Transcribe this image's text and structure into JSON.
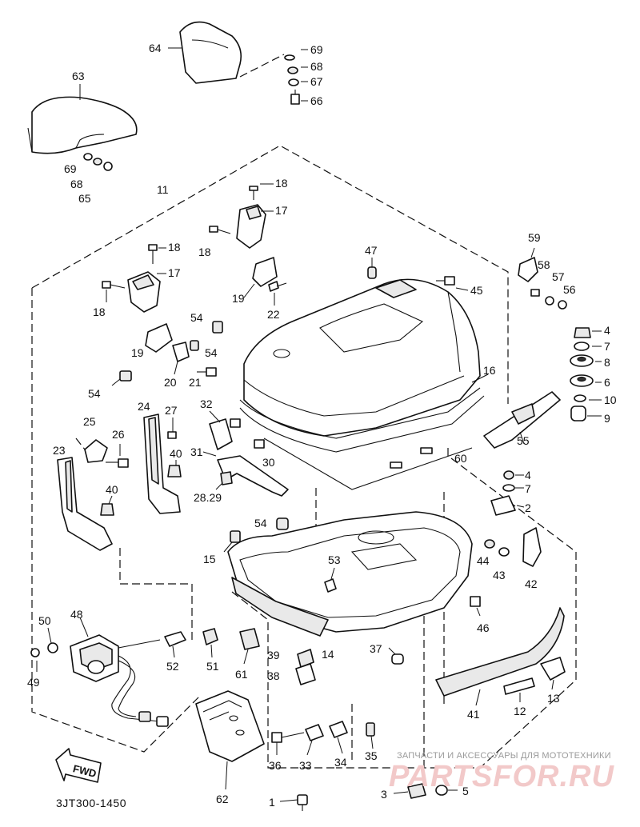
{
  "diagram": {
    "drawing_code": "3JT300-1450",
    "fwd_label": "FWD",
    "watermark_caption": "ЗАПЧАСТИ И АКСЕССУАРЫ ДЛЯ МОТОТЕХНИКИ",
    "watermark_brand": "PARTSFOR.RU",
    "callouts": [
      {
        "id": "64",
        "label": "64"
      },
      {
        "id": "69a",
        "label": "69"
      },
      {
        "id": "68a",
        "label": "68"
      },
      {
        "id": "67",
        "label": "67"
      },
      {
        "id": "66",
        "label": "66"
      },
      {
        "id": "63",
        "label": "63"
      },
      {
        "id": "69b",
        "label": "69"
      },
      {
        "id": "68b",
        "label": "68"
      },
      {
        "id": "65",
        "label": "65"
      },
      {
        "id": "11",
        "label": "11"
      },
      {
        "id": "18a",
        "label": "18"
      },
      {
        "id": "17a",
        "label": "17"
      },
      {
        "id": "18b",
        "label": "18"
      },
      {
        "id": "18c",
        "label": "18"
      },
      {
        "id": "17b",
        "label": "17"
      },
      {
        "id": "47",
        "label": "47"
      },
      {
        "id": "59",
        "label": "59"
      },
      {
        "id": "18d",
        "label": "18"
      },
      {
        "id": "19a",
        "label": "19"
      },
      {
        "id": "22",
        "label": "22"
      },
      {
        "id": "45",
        "label": "45"
      },
      {
        "id": "58",
        "label": "58"
      },
      {
        "id": "57",
        "label": "57"
      },
      {
        "id": "56",
        "label": "56"
      },
      {
        "id": "54a",
        "label": "54"
      },
      {
        "id": "4a",
        "label": "4"
      },
      {
        "id": "7a",
        "label": "7"
      },
      {
        "id": "19b",
        "label": "19"
      },
      {
        "id": "54b",
        "label": "54"
      },
      {
        "id": "8",
        "label": "8"
      },
      {
        "id": "20",
        "label": "20"
      },
      {
        "id": "21",
        "label": "21"
      },
      {
        "id": "6",
        "label": "6"
      },
      {
        "id": "16",
        "label": "16"
      },
      {
        "id": "54c",
        "label": "54"
      },
      {
        "id": "10",
        "label": "10"
      },
      {
        "id": "32",
        "label": "32"
      },
      {
        "id": "9",
        "label": "9"
      },
      {
        "id": "25",
        "label": "25"
      },
      {
        "id": "24",
        "label": "24"
      },
      {
        "id": "27",
        "label": "27"
      },
      {
        "id": "26",
        "label": "26"
      },
      {
        "id": "55",
        "label": "55"
      },
      {
        "id": "23",
        "label": "23"
      },
      {
        "id": "31",
        "label": "31"
      },
      {
        "id": "30",
        "label": "30"
      },
      {
        "id": "60",
        "label": "60"
      },
      {
        "id": "40a",
        "label": "40"
      },
      {
        "id": "4b",
        "label": "4"
      },
      {
        "id": "7b",
        "label": "7"
      },
      {
        "id": "40b",
        "label": "40"
      },
      {
        "id": "28_29",
        "label": "28.29"
      },
      {
        "id": "2",
        "label": "2"
      },
      {
        "id": "54d",
        "label": "54"
      },
      {
        "id": "15",
        "label": "15"
      },
      {
        "id": "44",
        "label": "44"
      },
      {
        "id": "43",
        "label": "43"
      },
      {
        "id": "42",
        "label": "42"
      },
      {
        "id": "53",
        "label": "53"
      },
      {
        "id": "50",
        "label": "50"
      },
      {
        "id": "48",
        "label": "48"
      },
      {
        "id": "46",
        "label": "46"
      },
      {
        "id": "37",
        "label": "37"
      },
      {
        "id": "49",
        "label": "49"
      },
      {
        "id": "52",
        "label": "52"
      },
      {
        "id": "51",
        "label": "51"
      },
      {
        "id": "61",
        "label": "61"
      },
      {
        "id": "39",
        "label": "39"
      },
      {
        "id": "14",
        "label": "14"
      },
      {
        "id": "38",
        "label": "38"
      },
      {
        "id": "13",
        "label": "13"
      },
      {
        "id": "12",
        "label": "12"
      },
      {
        "id": "41",
        "label": "41"
      },
      {
        "id": "36",
        "label": "36"
      },
      {
        "id": "33",
        "label": "33"
      },
      {
        "id": "34",
        "label": "34"
      },
      {
        "id": "35",
        "label": "35"
      },
      {
        "id": "62",
        "label": "62"
      },
      {
        "id": "3",
        "label": "3"
      },
      {
        "id": "5",
        "label": "5"
      },
      {
        "id": "1",
        "label": "1"
      }
    ]
  }
}
